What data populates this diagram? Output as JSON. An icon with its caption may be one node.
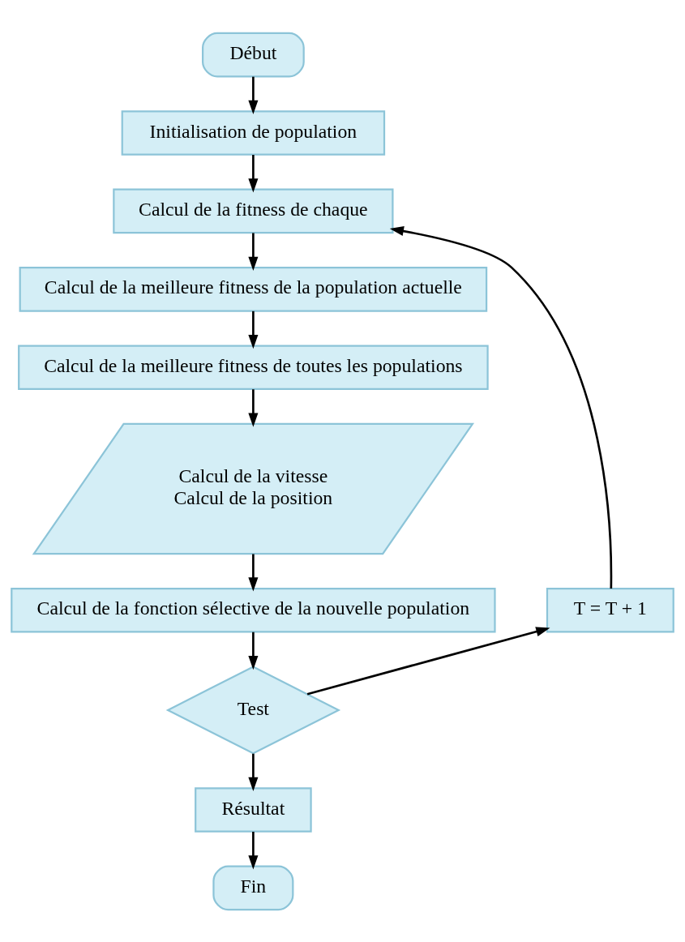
{
  "diagram": {
    "nodes": [
      {
        "text": [
          "Début"
        ]
      },
      {
        "text": [
          "Initialisation de population"
        ]
      },
      {
        "text": [
          "Calcul de la fitness de chaque"
        ]
      },
      {
        "text": [
          "Calcul de la meilleure fitness de la population actuelle"
        ]
      },
      {
        "text": [
          "Calcul de la meilleure fitness de toutes les populations"
        ]
      },
      {
        "text": [
          "Calcul de la vitesse",
          "Calcul de la position"
        ]
      },
      {
        "text": [
          "Calcul de la fonction sélective de la nouvelle population"
        ]
      },
      {
        "text": [
          "Test"
        ]
      },
      {
        "text": [
          "Résultat"
        ]
      },
      {
        "text": [
          "Fin"
        ]
      },
      {
        "text": [
          "T = T + 1"
        ]
      }
    ],
    "edges": [
      {
        "from": 0,
        "to": 1,
        "arrow": "to"
      },
      {
        "from": 1,
        "to": 2,
        "arrow": "to"
      },
      {
        "from": 2,
        "to": 3,
        "arrow": "to"
      },
      {
        "from": 3,
        "to": 4,
        "arrow": "to"
      },
      {
        "from": 4,
        "to": 5,
        "arrow": "to"
      },
      {
        "from": 5,
        "to": 6,
        "arrow": "to"
      },
      {
        "from": 6,
        "to": 7,
        "arrow": "to"
      },
      {
        "from": 7,
        "to": 10,
        "arrow": "to"
      },
      {
        "from": 10,
        "to": 2,
        "arrow": "to"
      },
      {
        "from": 7,
        "to": 8,
        "arrow": "to"
      },
      {
        "from": 8,
        "to": 9,
        "arrow": "to"
      }
    ]
  }
}
